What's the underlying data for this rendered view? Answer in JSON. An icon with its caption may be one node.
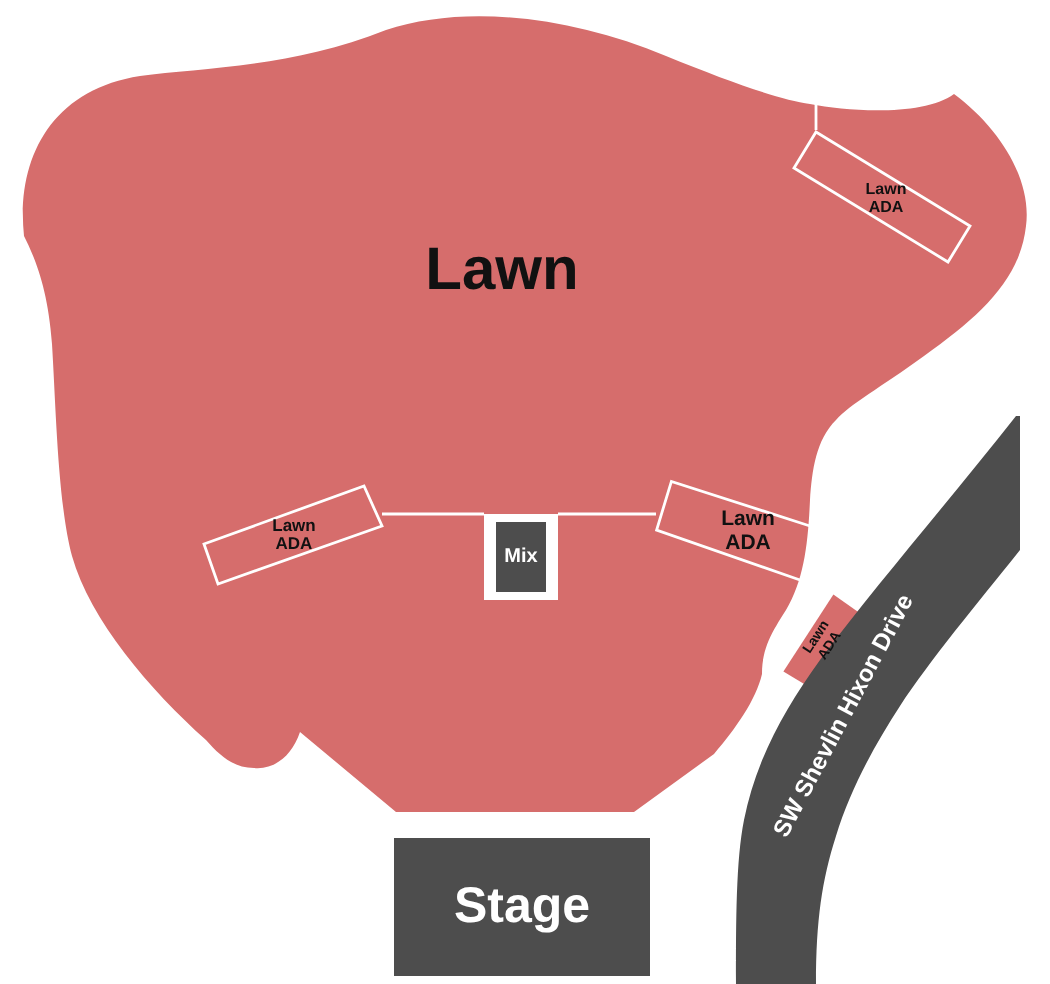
{
  "diagram": {
    "nodes": [
      {
        "text": [
          "Lawn"
        ]
      },
      {
        "text": [
          "Lawn ADA"
        ],
        "in": 0
      },
      {
        "text": [
          "Lawn ADA"
        ],
        "in": 0
      },
      {
        "text": [
          "Mix"
        ],
        "in": 0
      },
      {
        "text": [
          "Lawn ADA"
        ],
        "in": 0
      },
      {
        "text": [
          "Lawn ADA"
        ]
      },
      {
        "text": [
          "SW Shevlin Hixon Drive"
        ]
      },
      {
        "text": [
          "Stage"
        ]
      }
    ],
    "edges": [
      {
        "from": 2,
        "to": 3,
        "arrow": "none"
      },
      {
        "from": 3,
        "to": 4,
        "arrow": "none"
      },
      {
        "from": 1,
        "to": null,
        "arrow": "none"
      }
    ]
  }
}
